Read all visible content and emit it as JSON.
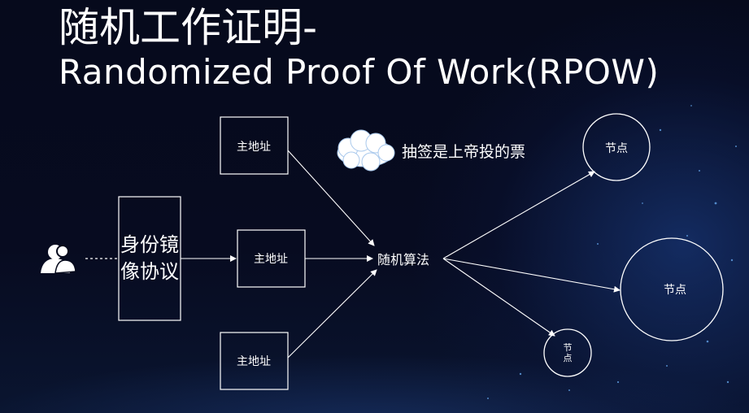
{
  "title": {
    "line1": "随机工作证明-",
    "line2": "Randomized Proof Of Work(RPOW)"
  },
  "diagram": {
    "user_icon": "user-group-icon",
    "cloud_icon": "cloud-icon",
    "protocol_box": "身份镜像协议",
    "address_boxes": [
      "主地址",
      "主地址",
      "主地址"
    ],
    "algorithm": "随机算法",
    "lottery_note": "抽签是上帝投的票",
    "nodes": [
      "节点",
      "节点",
      "节点"
    ]
  },
  "colors": {
    "background": "#060a1c",
    "line": "#ffffff",
    "glow": "#1e4696"
  }
}
